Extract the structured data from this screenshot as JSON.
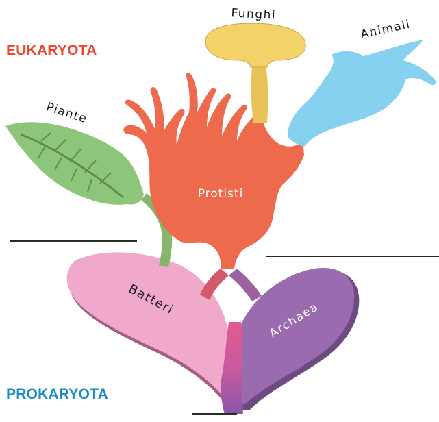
{
  "groups": {
    "eukaryota": "EUKARYOTA",
    "prokaryota": "PROKARYOTA"
  },
  "taxa": {
    "funghi": "Funghi",
    "animali": "Animali",
    "piante": "Piante",
    "protisti": "Protisti",
    "batteri": "Batteri",
    "archaea": "Archaea"
  },
  "colors": {
    "eukaryota_label": "#e8492b",
    "prokaryota_label": "#1a8bc6",
    "protisti": "#ee6a4d",
    "funghi": "#f4d26a",
    "animali": "#86d1ef",
    "piante": "#8dc57a",
    "batteri": "#f0a8cb",
    "archaea": "#9b6bb0"
  },
  "icons": [
    "leaf-icon",
    "mushroom-icon",
    "fish-icon"
  ]
}
